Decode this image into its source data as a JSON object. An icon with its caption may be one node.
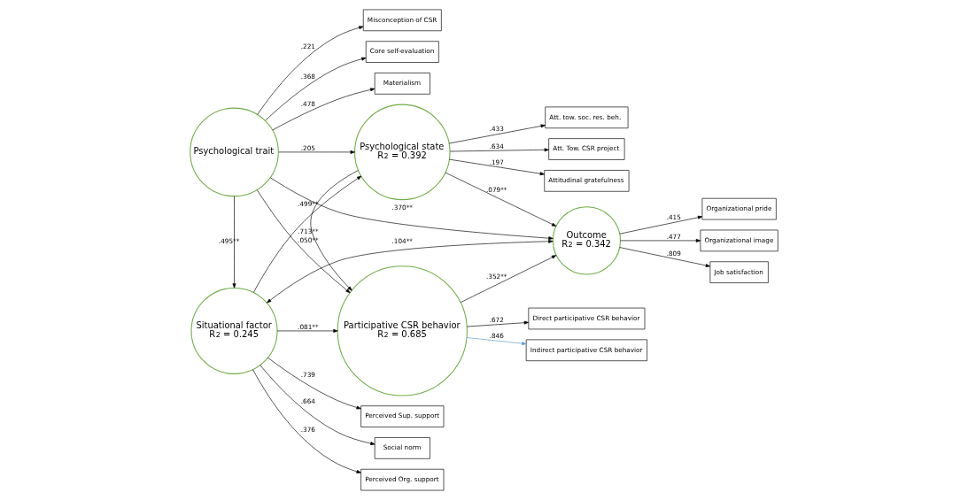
{
  "diagram": {
    "nodes": [
      {
        "text": [
          "Misconception of CSR"
        ]
      },
      {
        "text": [
          "Core self-evaluation"
        ]
      },
      {
        "text": [
          "Materialism"
        ]
      },
      {
        "text": [
          "Psychological trait"
        ]
      },
      {
        "text": [
          "Att. tow. soc. res. beh."
        ]
      },
      {
        "text": [
          "Att. Tow. CSR project"
        ]
      },
      {
        "text": [
          "Attitudinal gratefulness"
        ]
      },
      {
        "text": [
          "Psychological state",
          "R$^{2}$ = 0.392"
        ]
      },
      {
        "text": [
          "Organizational pride"
        ]
      },
      {
        "text": [
          "Organizational image"
        ]
      },
      {
        "text": [
          "Job satisfaction"
        ]
      },
      {
        "text": [
          "Outcome",
          "R$^{2}$ = 0.342"
        ]
      },
      {
        "text": [
          "Perceived Org. support"
        ]
      },
      {
        "text": [
          "Perceived Sup. support"
        ]
      },
      {
        "text": [
          "Social norm"
        ]
      },
      {
        "text": [
          "Situational factor",
          "R$^{2}$ = 0.245"
        ]
      },
      {
        "text": [
          "Participative CSR behavior",
          "R$^{2}$ = 0.685"
        ]
      },
      {
        "text": [
          "Direct participative CSR behavior"
        ]
      },
      {
        "text": [
          "Indirect participative CSR behavior"
        ]
      }
    ],
    "edges": [
      {
        "from": 3,
        "to": 0,
        "arrow": "to",
        "label": ".221"
      },
      {
        "from": 3,
        "to": 1,
        "arrow": "to",
        "label": ".368"
      },
      {
        "from": 3,
        "to": 2,
        "arrow": "to",
        "label": ".478"
      },
      {
        "from": 7,
        "to": 4,
        "arrow": "to",
        "label": ".433"
      },
      {
        "from": 7,
        "to": 5,
        "arrow": "to",
        "label": ".634"
      },
      {
        "from": 7,
        "to": 6,
        "arrow": "to",
        "label": ".197"
      },
      {
        "from": 3,
        "to": 7,
        "arrow": "to",
        "label": ".205"
      },
      {
        "from": 3,
        "to": 15,
        "arrow": "to",
        "label": ".495**"
      },
      {
        "from": 3,
        "to": 16,
        "arrow": "to",
        "label": ".050**"
      },
      {
        "from": 3,
        "to": 11,
        "arrow": "to",
        "label": ".370**"
      },
      {
        "from": 15,
        "to": 7,
        "arrow": "to",
        "label": ".499**"
      },
      {
        "from": 15,
        "to": 16,
        "arrow": "to",
        "label": ".081**"
      },
      {
        "from": 7,
        "to": 16,
        "arrow": "to",
        "label": ".713**"
      },
      {
        "from": 7,
        "to": 11,
        "arrow": "to",
        "label": ".079**"
      },
      {
        "from": 16,
        "to": 11,
        "arrow": "to",
        "label": ".352**"
      },
      {
        "from": 11,
        "to": 15,
        "arrow": "both",
        "label": ".104**"
      },
      {
        "from": 11,
        "to": 8,
        "arrow": "to",
        "label": ".415"
      },
      {
        "from": 11,
        "to": 9,
        "arrow": "to",
        "label": ".477"
      },
      {
        "from": 11,
        "to": 10,
        "arrow": "to",
        "label": ".809"
      },
      {
        "from": 15,
        "to": 12,
        "arrow": "to",
        "label": ".376"
      },
      {
        "from": 15,
        "to": 13,
        "arrow": "to",
        "label": ".739"
      },
      {
        "from": 15,
        "to": 14,
        "arrow": "to",
        "label": ".664"
      },
      {
        "from": 16,
        "to": 17,
        "arrow": "to",
        "label": ".672"
      },
      {
        "from": 16,
        "to": 18,
        "arrow": "to",
        "label": ".846",
        "color": "#5b9bd5"
      }
    ]
  }
}
